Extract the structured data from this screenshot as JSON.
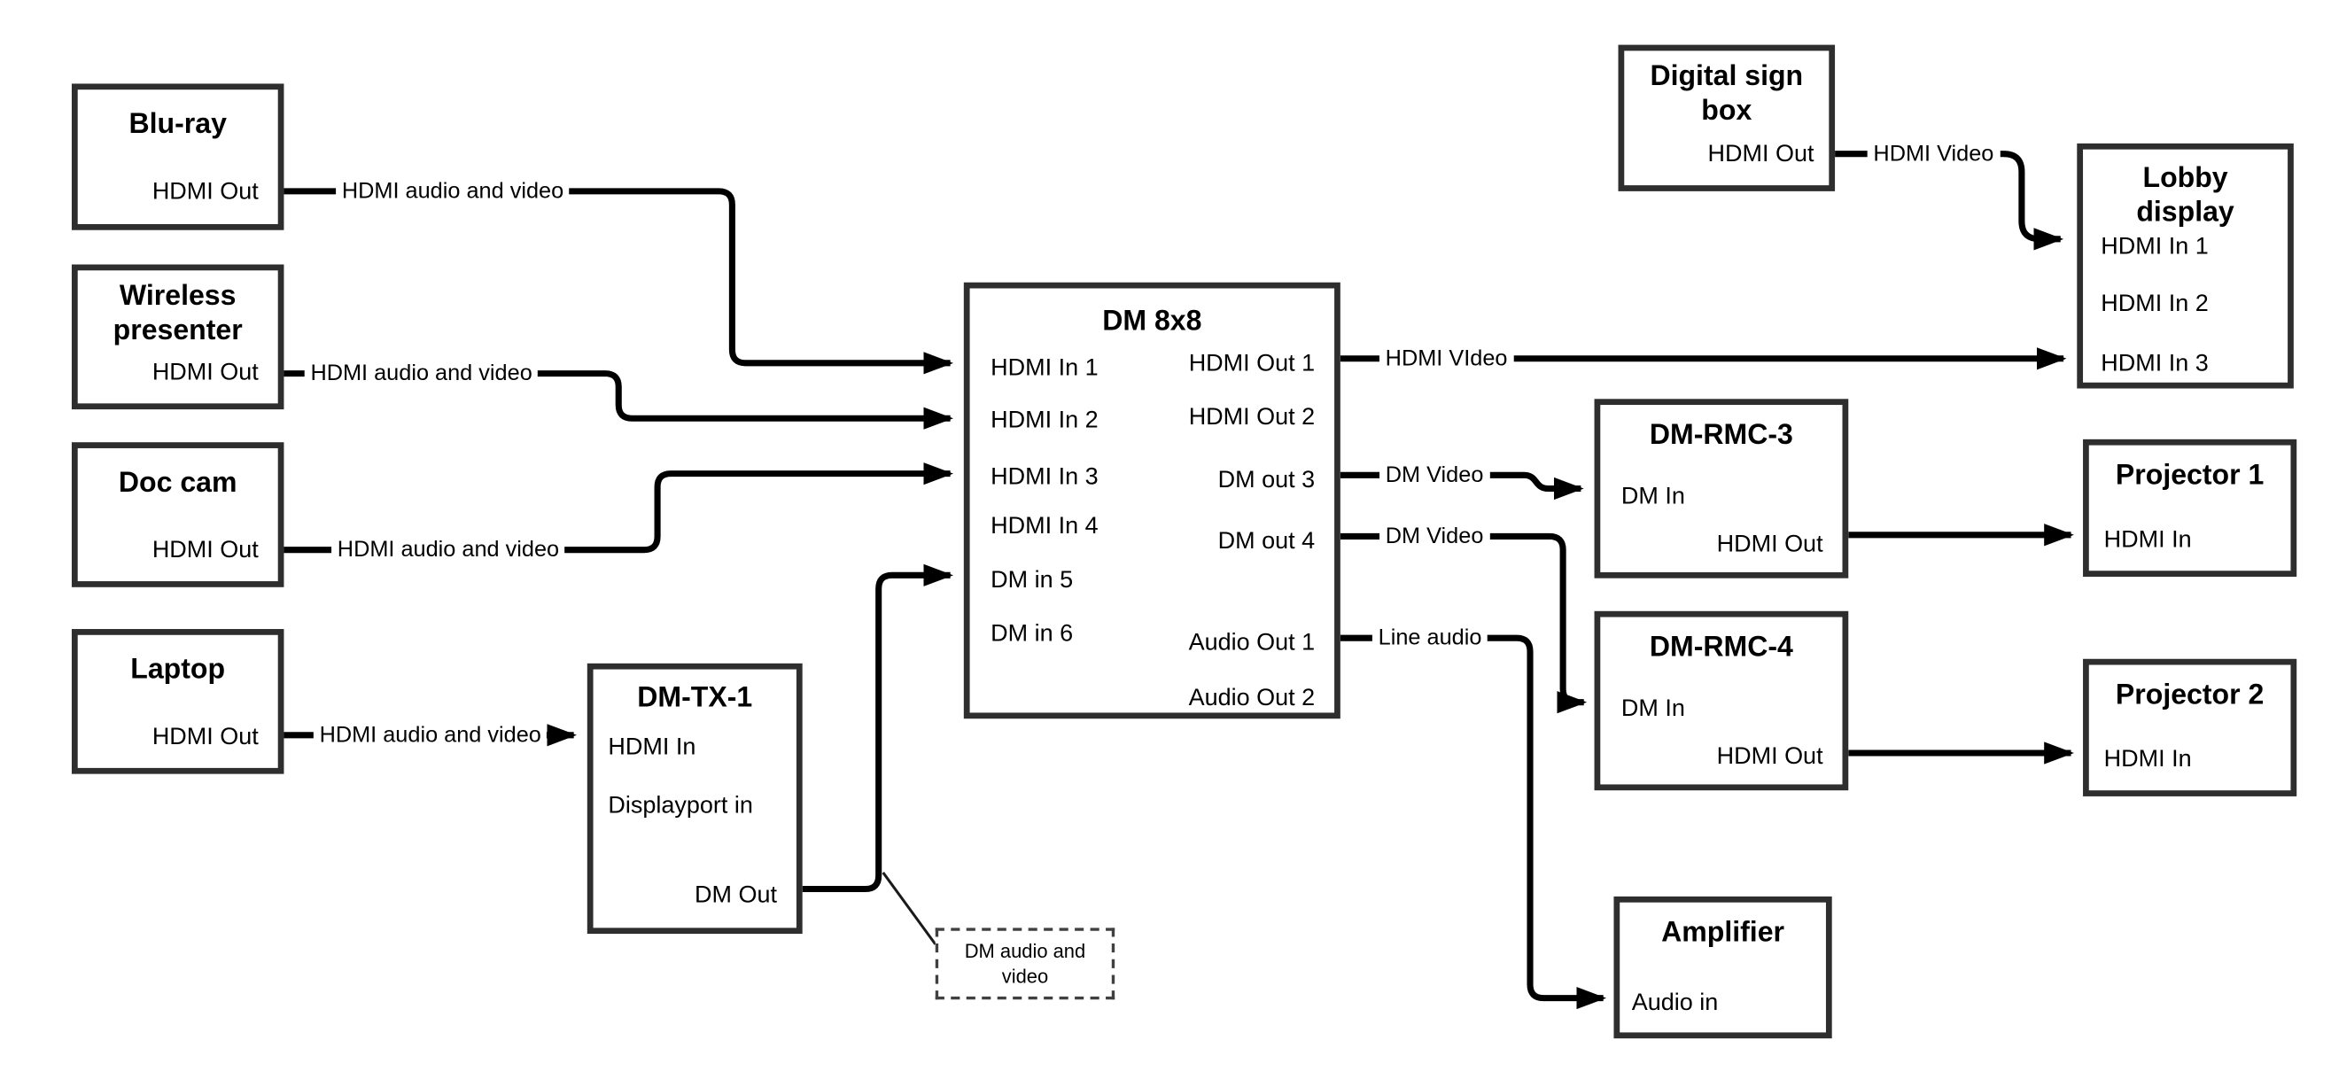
{
  "nodes": {
    "bluray": {
      "title": "Blu-ray",
      "ports": {
        "hdmi_out": "HDMI Out"
      }
    },
    "wireless": {
      "title": "Wireless presenter",
      "ports": {
        "hdmi_out": "HDMI Out"
      }
    },
    "doc_cam": {
      "title": "Doc cam",
      "ports": {
        "hdmi_out": "HDMI Out"
      }
    },
    "laptop": {
      "title": "Laptop",
      "ports": {
        "hdmi_out": "HDMI Out"
      }
    },
    "dm_tx_1": {
      "title": "DM-TX-1",
      "ports": {
        "hdmi_in": "HDMI In",
        "displayport_in": "Displayport in",
        "dm_out": "DM Out"
      }
    },
    "dm_8x8": {
      "title": "DM 8x8",
      "ports": {
        "hdmi_in_1": "HDMI In 1",
        "hdmi_in_2": "HDMI In 2",
        "hdmi_in_3": "HDMI In 3",
        "hdmi_in_4": "HDMI In 4",
        "dm_in_5": "DM in 5",
        "dm_in_6": "DM in 6",
        "hdmi_out_1": "HDMI Out 1",
        "hdmi_out_2": "HDMI Out 2",
        "dm_out_3": "DM out 3",
        "dm_out_4": "DM out 4",
        "audio_out_1": "Audio Out 1",
        "audio_out_2": "Audio Out 2"
      }
    },
    "digital_sign_box": {
      "title": "Digital sign box",
      "ports": {
        "hdmi_out": "HDMI Out"
      }
    },
    "lobby_display": {
      "title": "Lobby display",
      "ports": {
        "hdmi_in_1": "HDMI In 1",
        "hdmi_in_2": "HDMI In 2",
        "hdmi_in_3": "HDMI In 3"
      }
    },
    "dm_rmc_3": {
      "title": "DM-RMC-3",
      "ports": {
        "dm_in": "DM In",
        "hdmi_out": "HDMI Out"
      }
    },
    "projector_1": {
      "title": "Projector 1",
      "ports": {
        "hdmi_in": "HDMI In"
      }
    },
    "dm_rmc_4": {
      "title": "DM-RMC-4",
      "ports": {
        "dm_in": "DM In",
        "hdmi_out": "HDMI Out"
      }
    },
    "projector_2": {
      "title": "Projector 2",
      "ports": {
        "hdmi_in": "HDMI In"
      }
    },
    "amplifier": {
      "title": "Amplifier",
      "ports": {
        "audio_in": "Audio in"
      }
    }
  },
  "edge_labels": {
    "bluray_to_dm8x8": "HDMI audio and video",
    "wireless_to_dm8x8": "HDMI audio and video",
    "doccam_to_dm8x8": "HDMI audio and video",
    "laptop_to_dmtx1": "HDMI audio and video",
    "dm8x8_to_lobby": "HDMI VIdeo",
    "dm8x8_to_dmrmc3": "DM Video",
    "dm8x8_to_dmrmc4": "DM Video",
    "dm8x8_to_amplifier": "Line audio",
    "digitalsign_to_lobby": "HDMI Video",
    "dmtx1_note": "DM audio and video"
  },
  "colors": {
    "connector": "#000000",
    "box_border": "#2e2e2e",
    "background": "#ffffff",
    "text": "#000000"
  }
}
